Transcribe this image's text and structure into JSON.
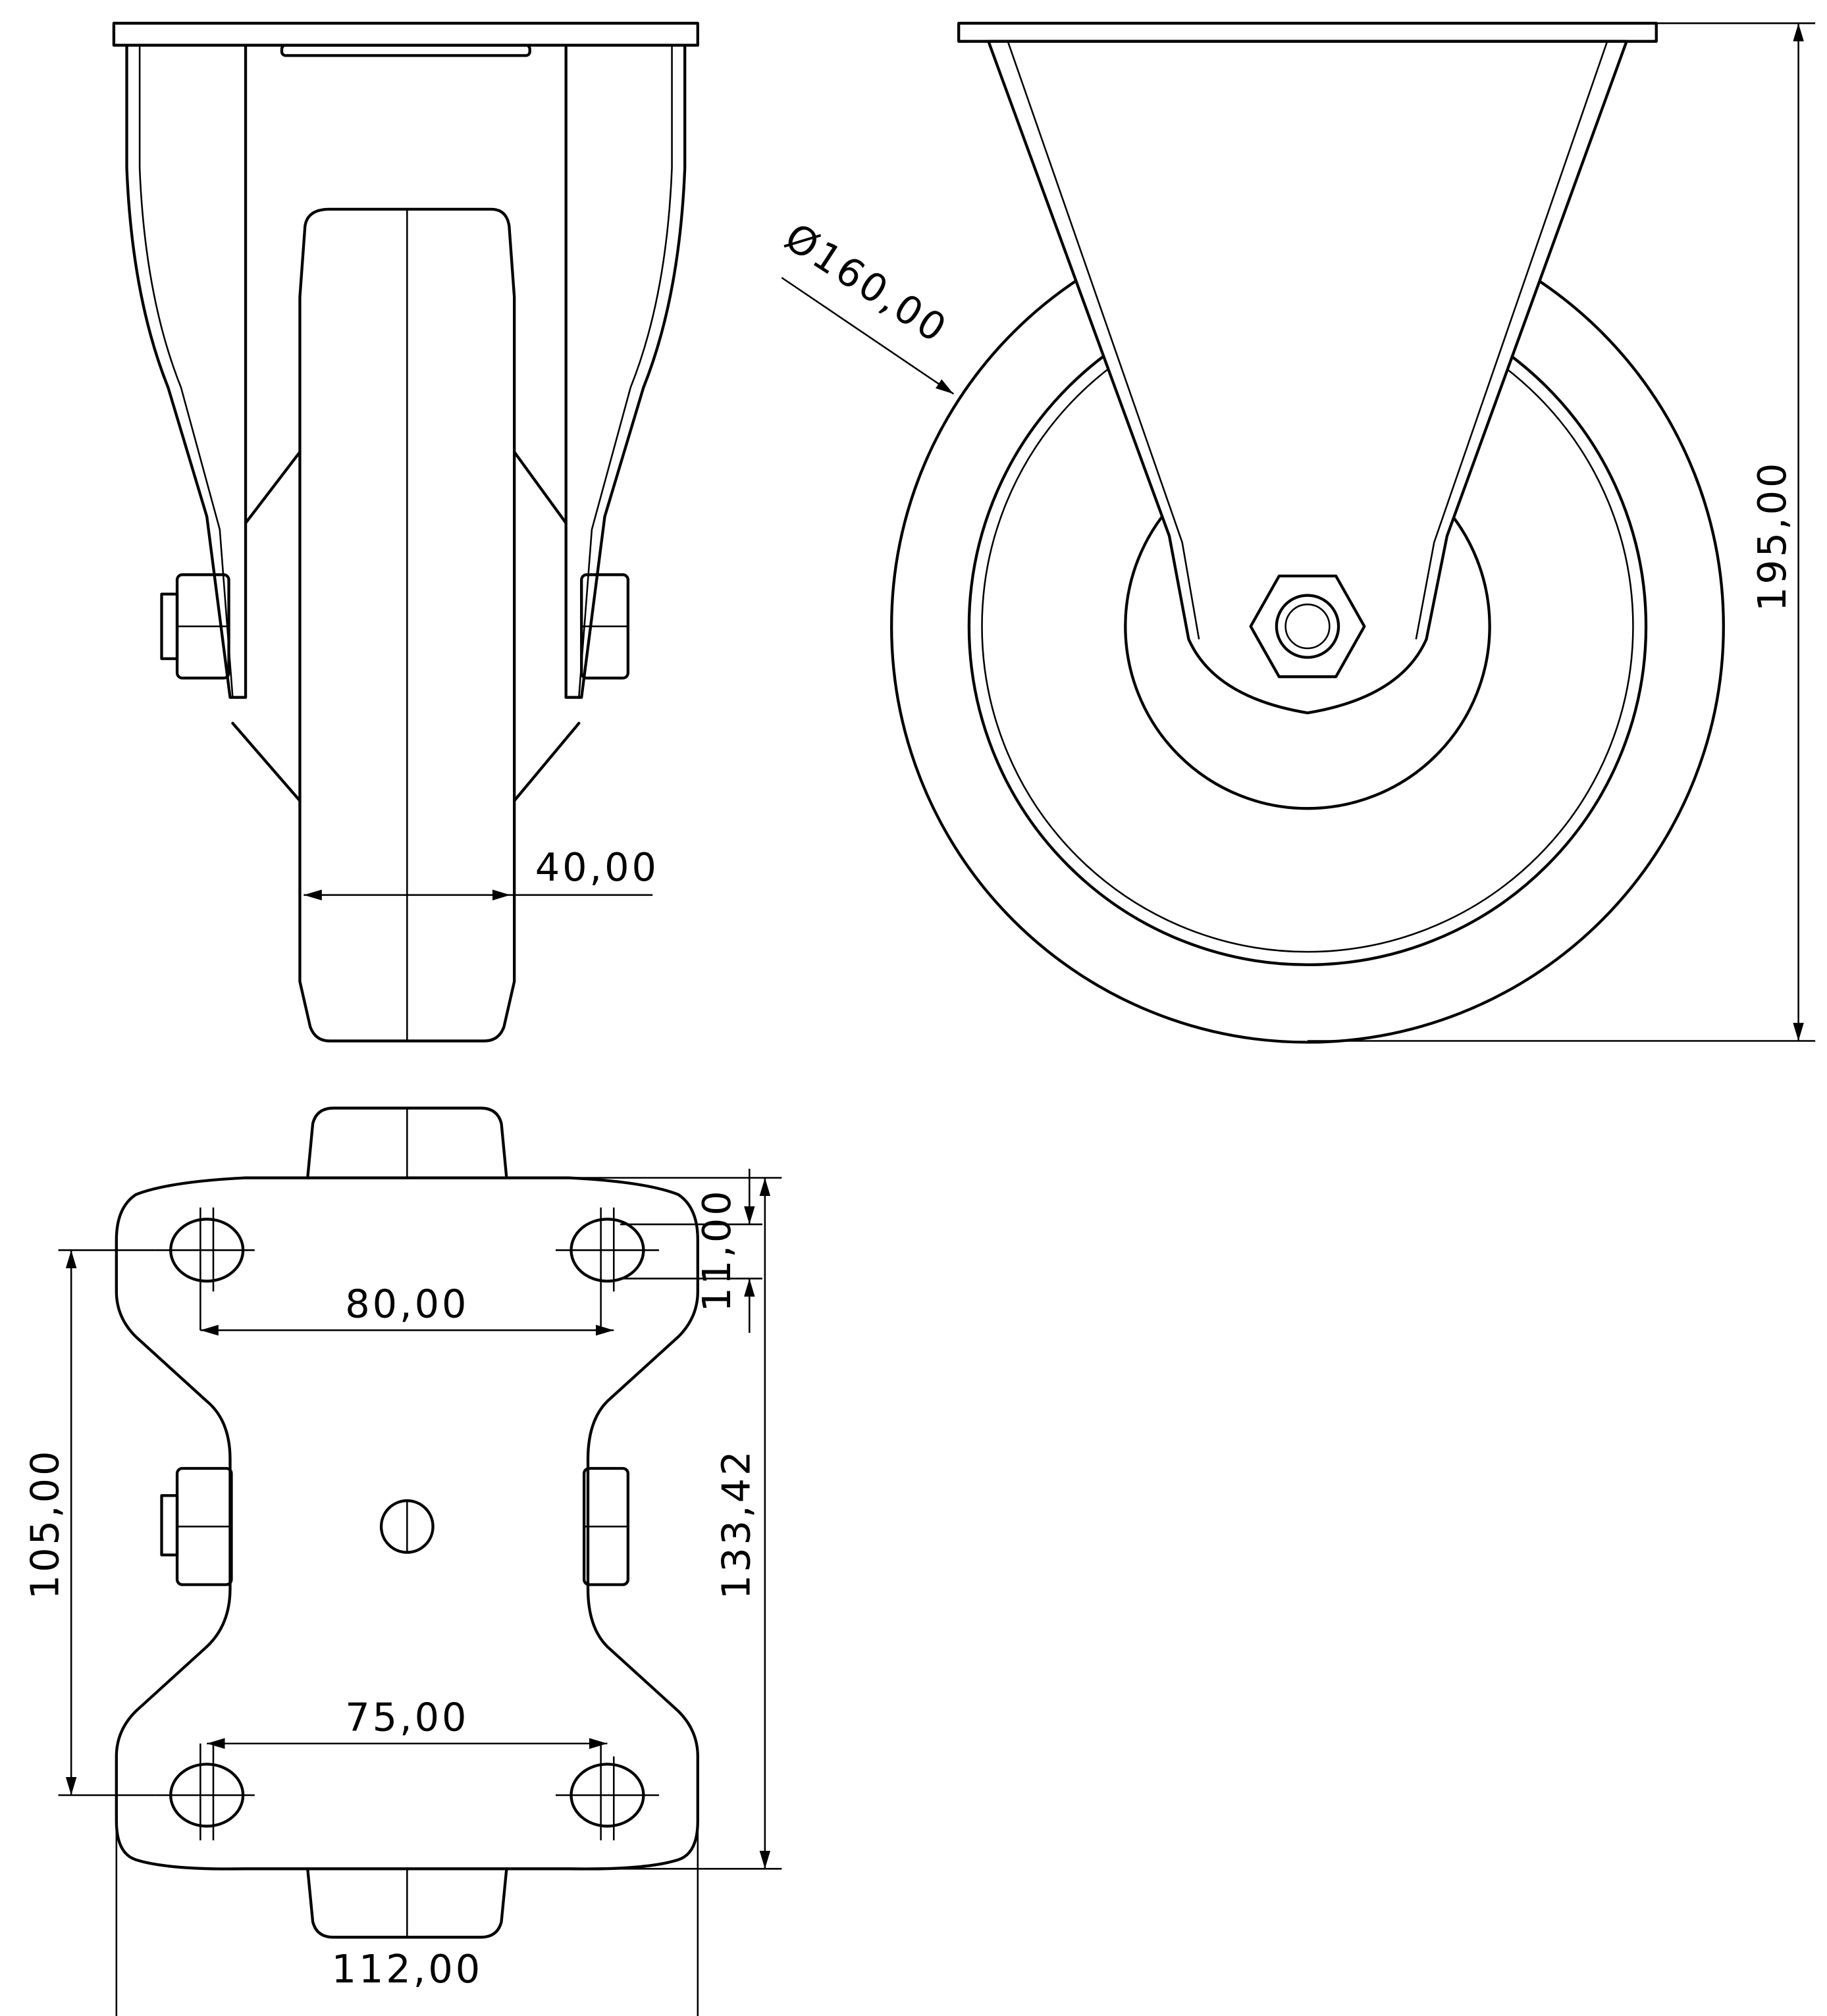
{
  "drawing": {
    "title": "Fixed castor technical drawing",
    "dimensions": {
      "wheel_width": "40,00",
      "wheel_diameter": "Ø160,00",
      "overall_height": "195,00",
      "hole_slot": "11,00",
      "hole_spacing_top": "80,00",
      "hole_spacing_length": "105,00",
      "plate_length": "133,42",
      "hole_spacing_bottom": "75,00",
      "plate_width": "112,00"
    }
  }
}
